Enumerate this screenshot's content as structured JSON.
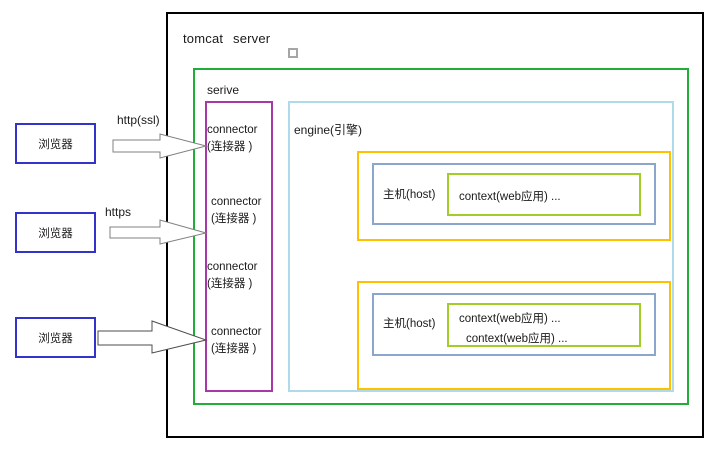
{
  "diagram": {
    "title": "Tomcat server architecture diagram",
    "outer": {
      "label_tomcat": "tomcat",
      "label_server": "server",
      "marker": "small-square"
    },
    "service": {
      "label": "serive"
    },
    "connector": {
      "items": [
        {
          "en": "connector",
          "cn": "(连接器 )"
        },
        {
          "en": "connector",
          "cn": "(连接器 )"
        },
        {
          "en": "connector",
          "cn": "(连接器 )"
        },
        {
          "en": "connector",
          "cn": "(连接器 )"
        }
      ]
    },
    "engine": {
      "label": "engine(引擎)"
    },
    "hosts": [
      {
        "label": "主机(host)",
        "contexts": [
          "context(web应用) ..."
        ]
      },
      {
        "label": "主机(host)",
        "contexts": [
          "context(web应用) ...",
          "context(web应用) ..."
        ]
      }
    ],
    "clients": [
      {
        "label": "浏览器",
        "protocol": "http(ssl)"
      },
      {
        "label": "浏览器",
        "protocol": "https"
      },
      {
        "label": "浏览器",
        "protocol": ""
      }
    ],
    "colors": {
      "outer_border": "#000000",
      "service_border": "#22ac38",
      "connector_border": "#a838a8",
      "engine_border": "#addbea",
      "host_outer_border": "#ffc000",
      "host_inner_border": "#8ca5cd",
      "context_border": "#a2cc28",
      "browser_border": "#3333cc",
      "arrow_stroke": "#808080",
      "marker_border": "#a6a6a6"
    }
  }
}
